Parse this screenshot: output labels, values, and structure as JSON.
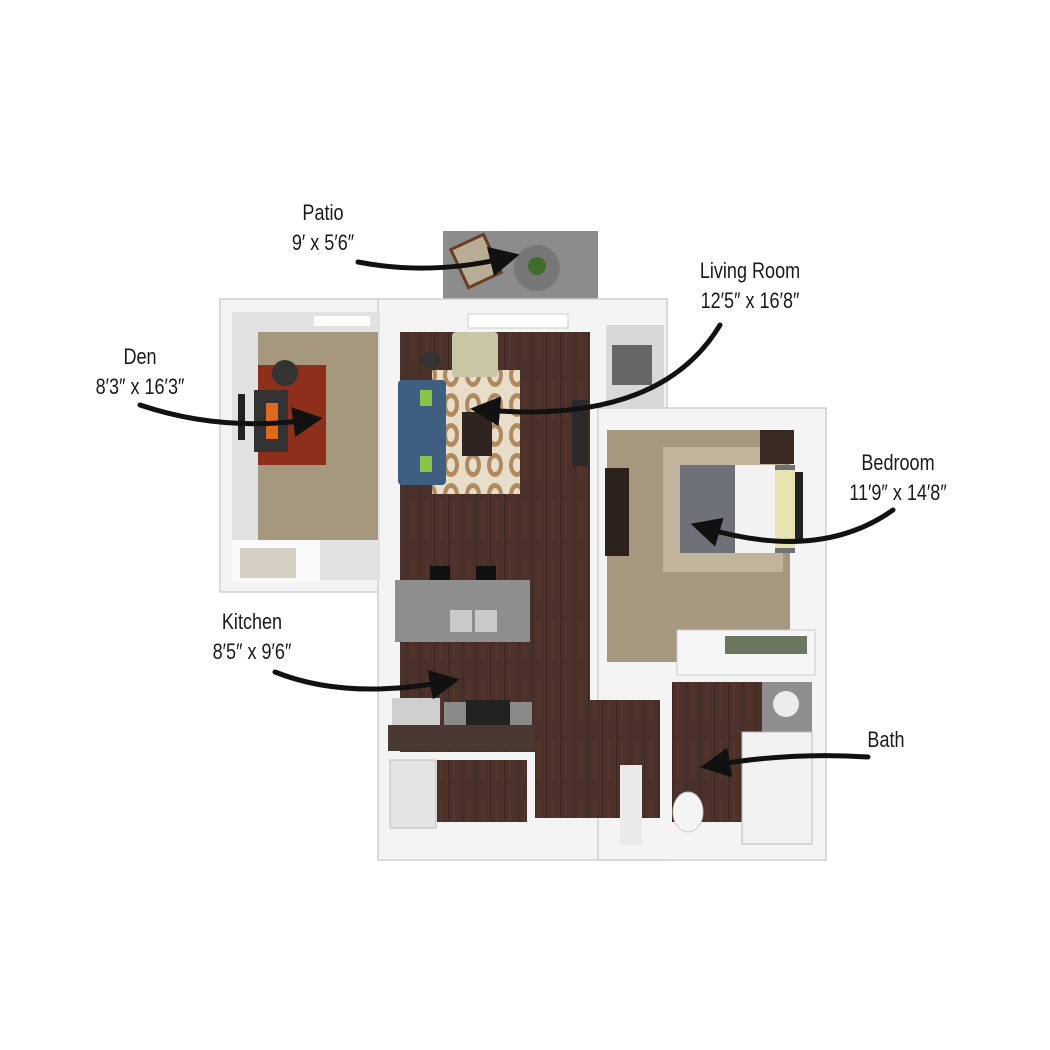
{
  "rooms": [
    {
      "id": "patio",
      "name": "Patio",
      "dimensions": "9′ x 5′6″"
    },
    {
      "id": "living",
      "name": "Living Room",
      "dimensions": "12′5″ x 16′8″"
    },
    {
      "id": "den",
      "name": "Den",
      "dimensions": "8′3″ x 16′3″"
    },
    {
      "id": "bedroom",
      "name": "Bedroom",
      "dimensions": "11′9″ x 14′8″"
    },
    {
      "id": "kitchen",
      "name": "Kitchen",
      "dimensions": "8′5″ x 9′6″"
    },
    {
      "id": "bath",
      "name": "Bath",
      "dimensions": ""
    }
  ],
  "colors": {
    "wall": "#f4f4f4",
    "wood_floor": "#4b3129",
    "carpet": "#a6977f",
    "patio": "#8c8c8c",
    "granite": "#8e8e8e",
    "arrow": "#111111"
  }
}
